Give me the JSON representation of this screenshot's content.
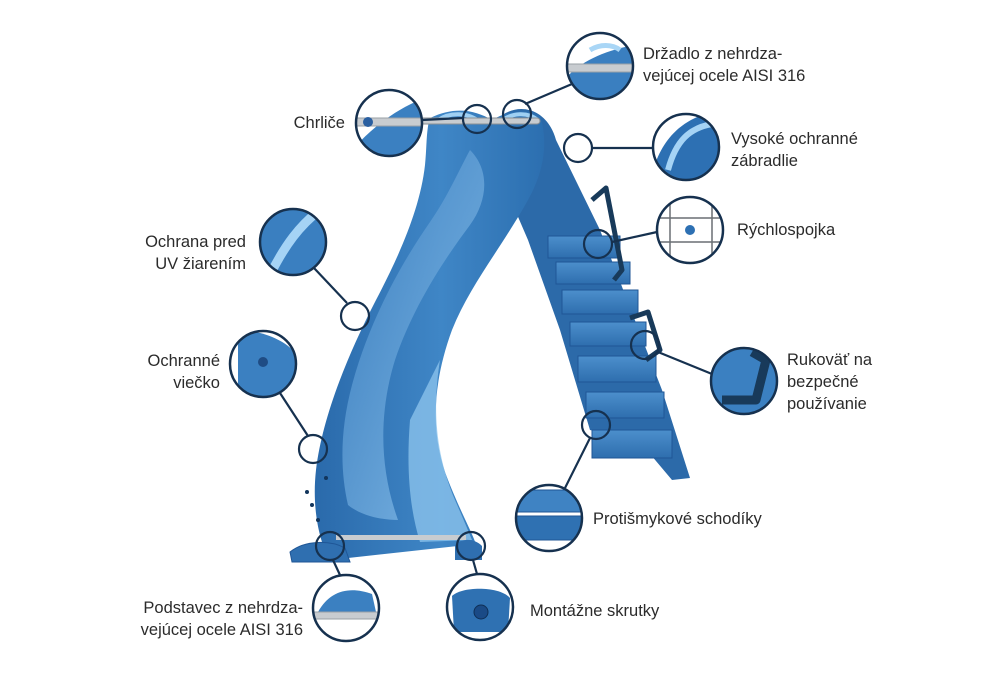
{
  "labels": {
    "drzadlo": [
      "Držadlo z nehrdza-",
      "vejúcej ocele AISI 316"
    ],
    "chrlice": [
      "Chrliče"
    ],
    "vysoke": [
      "Vysoké ochranné",
      "zábradlie"
    ],
    "rychlospojka": [
      "Rýchlospojka"
    ],
    "ochrana_uv": [
      "Ochrana  pred",
      "UV žiarením"
    ],
    "ochranne_viecko": [
      "Ochranné",
      "viečko"
    ],
    "rukovat": [
      "Rukoväť na",
      "bezpečné",
      "používanie"
    ],
    "protismykove": [
      "Protišmykové schodíky"
    ],
    "podstavec": [
      "Podstavec z nehrdza-",
      "vejúcej ocele AISI 316"
    ],
    "montazne": [
      "Montážne skrutky"
    ]
  },
  "colors": {
    "slide_dark": "#1f5fa0",
    "slide_mid": "#3f86c6",
    "slide_light": "#79b4e3",
    "outline": "#16314f",
    "text": "#2b2b2b",
    "steel": "#c8ccd0"
  }
}
